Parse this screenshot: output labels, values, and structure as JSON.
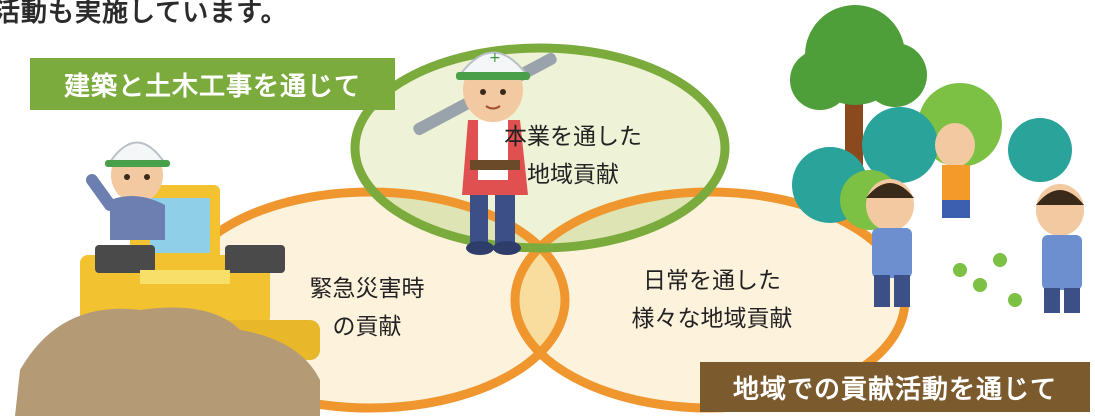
{
  "headline": "活動も実施しています。",
  "banners": {
    "construction": "建築と土木工事を通じて",
    "community": "地域での貢献活動を通じて"
  },
  "venn": {
    "core": {
      "line1": "本業を通した",
      "line2": "地域貢献"
    },
    "disaster": {
      "line1": "緊急災害時",
      "line2": "の貢献"
    },
    "daily": {
      "line1": "日常を通した",
      "line2": "様々な地域貢献"
    }
  },
  "colors": {
    "green": "#7bab3c",
    "orange": "#f0962e",
    "brown": "#7b5a2e",
    "circle_fill": "#fdf2dc",
    "overlap_fill": "#f9dd9e"
  },
  "illustrations": [
    "worker-with-pipe",
    "bulldozer-with-worker",
    "trees-and-children-sweeping-leaves"
  ]
}
